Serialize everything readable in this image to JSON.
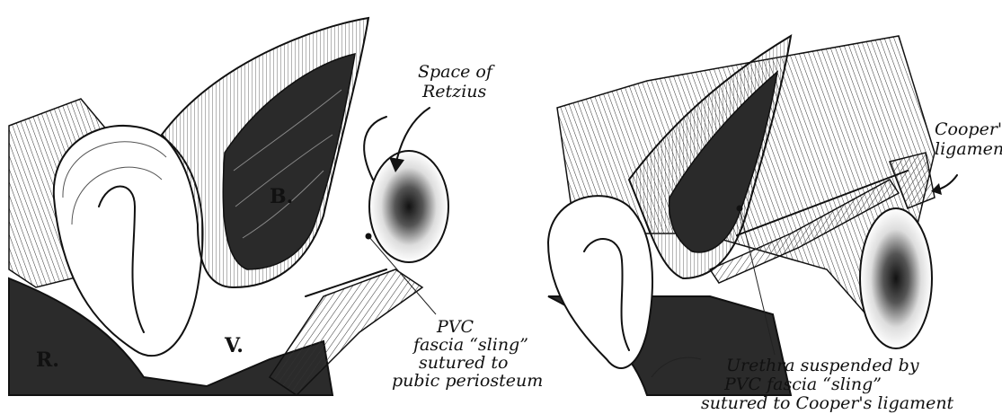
{
  "labels": {
    "space": [
      "Space of",
      "Retzius"
    ],
    "bladder": "B.",
    "vagina": "V.",
    "rectum": "R.",
    "left_sling": [
      "PVC",
      "fascia “sling”",
      "sutured to",
      "pubic periosteum"
    ],
    "coopers": [
      "Cooper's",
      "ligament"
    ],
    "urethra": [
      "Urethra suspended by",
      "PVC fascia “sling”",
      "sutured to Cooper's ligament"
    ]
  }
}
